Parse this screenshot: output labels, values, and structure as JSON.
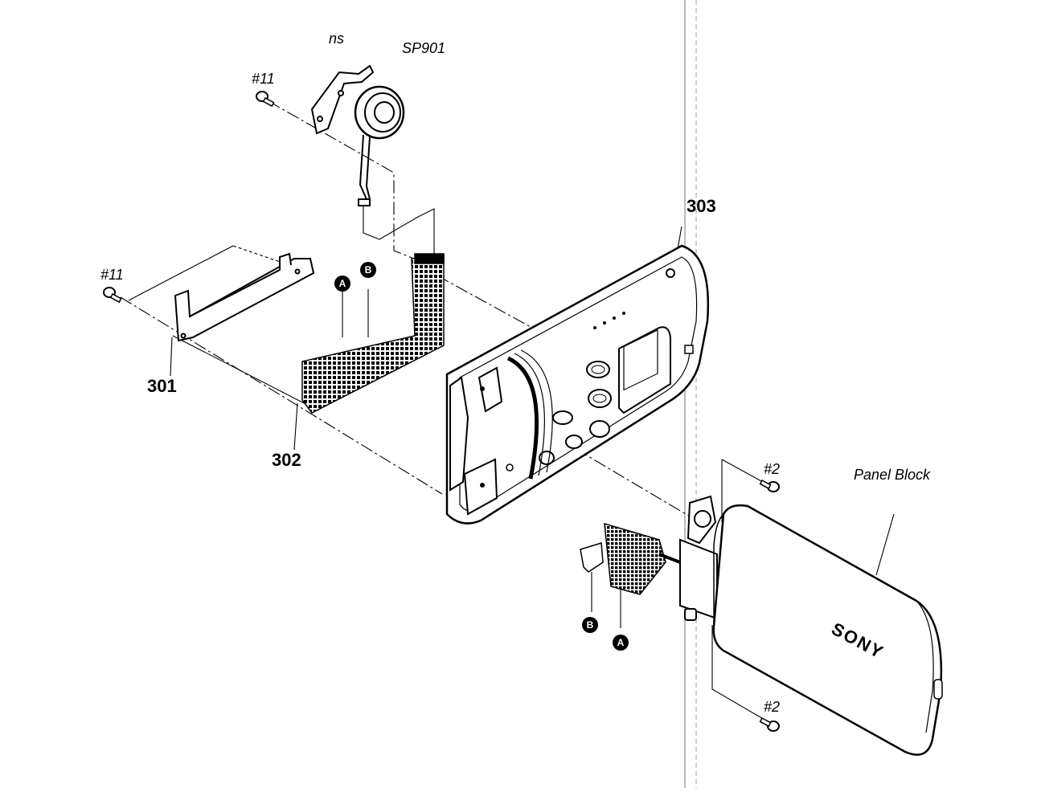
{
  "labels": {
    "ns": "ns",
    "sp901": "SP901",
    "screw11_top": "#11",
    "screw11_left": "#11",
    "p301": "301",
    "p302": "302",
    "p303": "303",
    "screw2_top": "#2",
    "screw2_bottom": "#2",
    "panel_block": "Panel Block",
    "brand": "SONY"
  },
  "markers": {
    "a_left": "A",
    "b_left": "B",
    "a_right": "A",
    "b_right": "B"
  }
}
